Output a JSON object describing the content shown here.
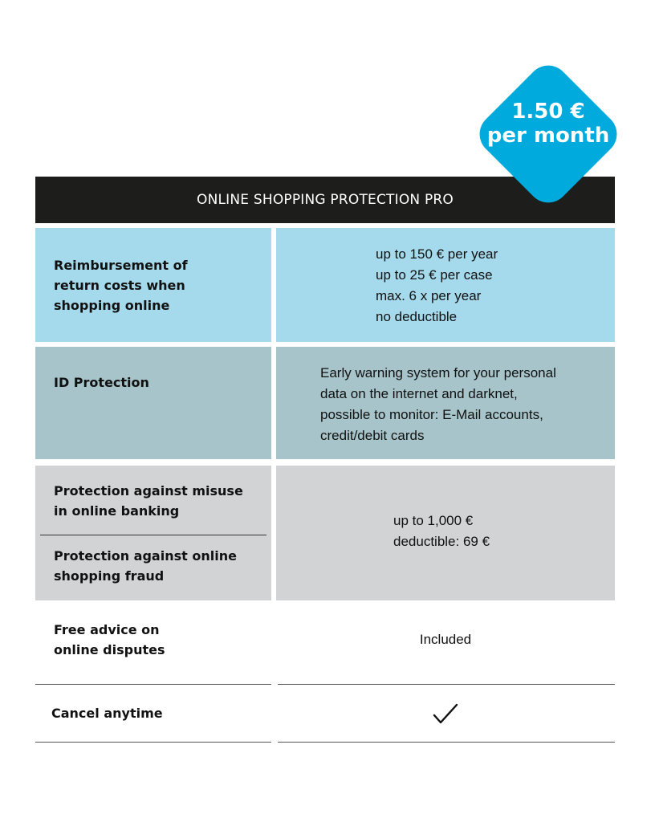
{
  "badge": {
    "price": "1.50 €",
    "period": "per month"
  },
  "table": {
    "header": "ONLINE SHOPPING PROTECTION PRO",
    "rows": [
      {
        "feature_lines": [
          "Reimbursement of",
          "return costs when",
          "shopping online"
        ],
        "detail_lines": [
          "up to 150 € per year",
          "up to 25 €  per case",
          "max. 6 x per year",
          "no deductible"
        ]
      },
      {
        "feature_lines": [
          "ID Protection"
        ],
        "detail_lines": [
          "Early warning system for your personal",
          "data on the internet and darknet,",
          "possible to monitor: E-Mail accounts,",
          "credit/debit cards"
        ]
      },
      {
        "feature_a_lines": [
          "Protection against misuse",
          "in online banking"
        ],
        "feature_b_lines": [
          "Protection against online",
          "shopping fraud"
        ],
        "detail_lines": [
          "up to 1,000 €",
          "deductible: 69 €"
        ]
      },
      {
        "feature_lines": [
          "Free advice on",
          "online disputes"
        ],
        "detail": "Included"
      },
      {
        "feature": "Cancel anytime",
        "detail_icon": "checkmark-icon"
      }
    ]
  }
}
